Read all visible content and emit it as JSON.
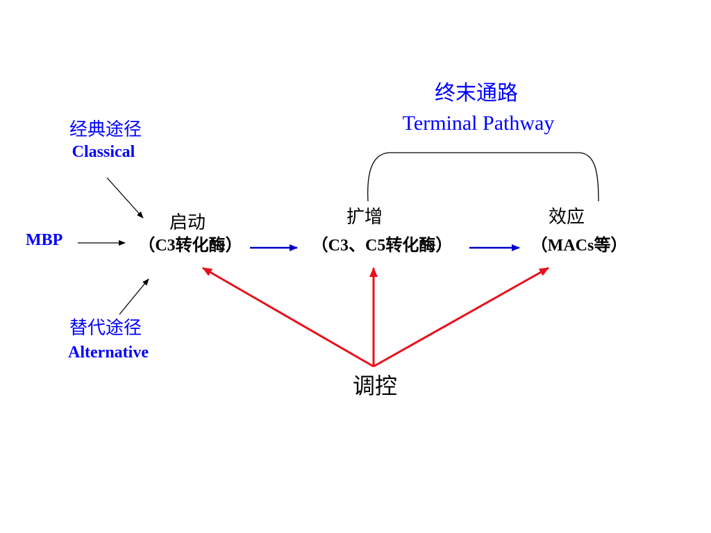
{
  "terminal": {
    "zh": "终末通路",
    "en": "Terminal Pathway"
  },
  "classical": {
    "zh": "经典途径",
    "en": "Classical"
  },
  "alternative": {
    "zh": "替代途径",
    "en": "Alternative"
  },
  "mbp": "MBP",
  "stage_start": {
    "zh": "启动",
    "detail": "（C3转化酶）"
  },
  "stage_amplify": {
    "zh": "扩增",
    "detail": "（C3、C5转化酶）"
  },
  "stage_effect": {
    "zh": "效应",
    "detail": "（MACs等）"
  },
  "regulation": "调控",
  "colors": {
    "label_blue": "#0000ff",
    "flow_arrow": "#0000cc",
    "regulation_arrow": "#e8101a",
    "text": "#000000"
  }
}
